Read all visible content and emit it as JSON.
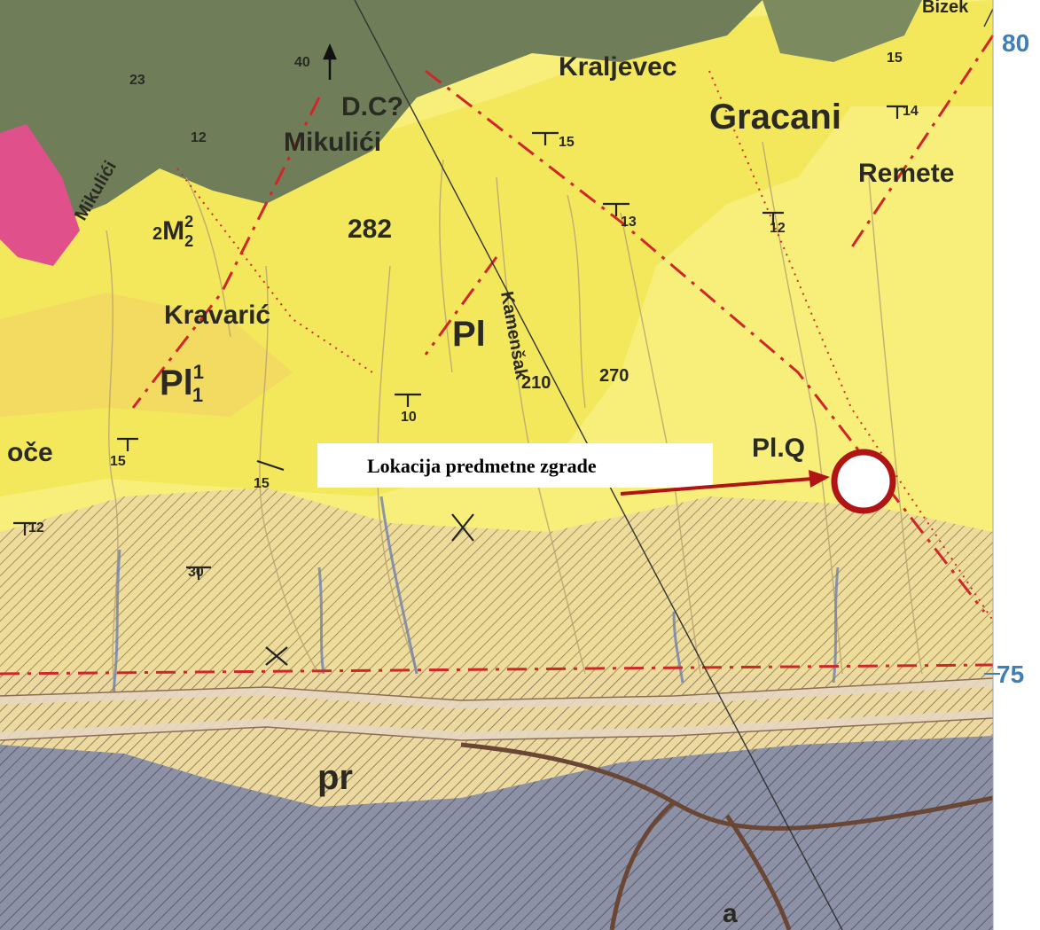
{
  "map": {
    "callout": {
      "label": "Lokacija predmetne zgrade"
    },
    "place_names": {
      "kraljevec": "Kraljevec",
      "gracani": "Gracani",
      "remete": "Remete",
      "mikulici": "Mikulići",
      "mikulici_stream": "Mikulići",
      "kravaric": "Kravarić",
      "koce": "oče",
      "kamensak": "Kamenšak",
      "bizek": "Bizek"
    },
    "geology_units": {
      "pl_1_1": {
        "base": "Pl",
        "sup": "1",
        "sub": "1"
      },
      "pl_main": "Pl",
      "pl_q": "Pl.Q",
      "m2": {
        "pre": "2",
        "base": "M",
        "sup": "2",
        "sub": "2"
      },
      "pr": "pr",
      "dc": "D.C?",
      "a": "a"
    },
    "elevations": {
      "e282": "282",
      "e270": "270",
      "e210": "210"
    },
    "dips": {
      "d40": "40",
      "d23": "23",
      "d15_top": "15",
      "d15_nw": "15",
      "d14": "14",
      "d13": "13",
      "d12": "12",
      "d10": "10",
      "d15_left": "15",
      "d15_mid": "15",
      "d12_left": "12",
      "d30": "30",
      "d12_nw": "12"
    },
    "grid_labels": {
      "n80": "80",
      "n75": "75"
    },
    "colors": {
      "quaternary_yellow": "#f7ef7a",
      "pliocene_yellow": "#f3e65a",
      "tan_hatch": "#e9d59a",
      "miocene_green": "#6f7e58",
      "alluvium_grey": "#8a8ea2",
      "pink_unit": "#e0508a",
      "fault_red": "#d0262a",
      "callout_red": "#b01414",
      "road_brown": "#6a4634",
      "grid_blue": "#3f7fb8"
    }
  }
}
